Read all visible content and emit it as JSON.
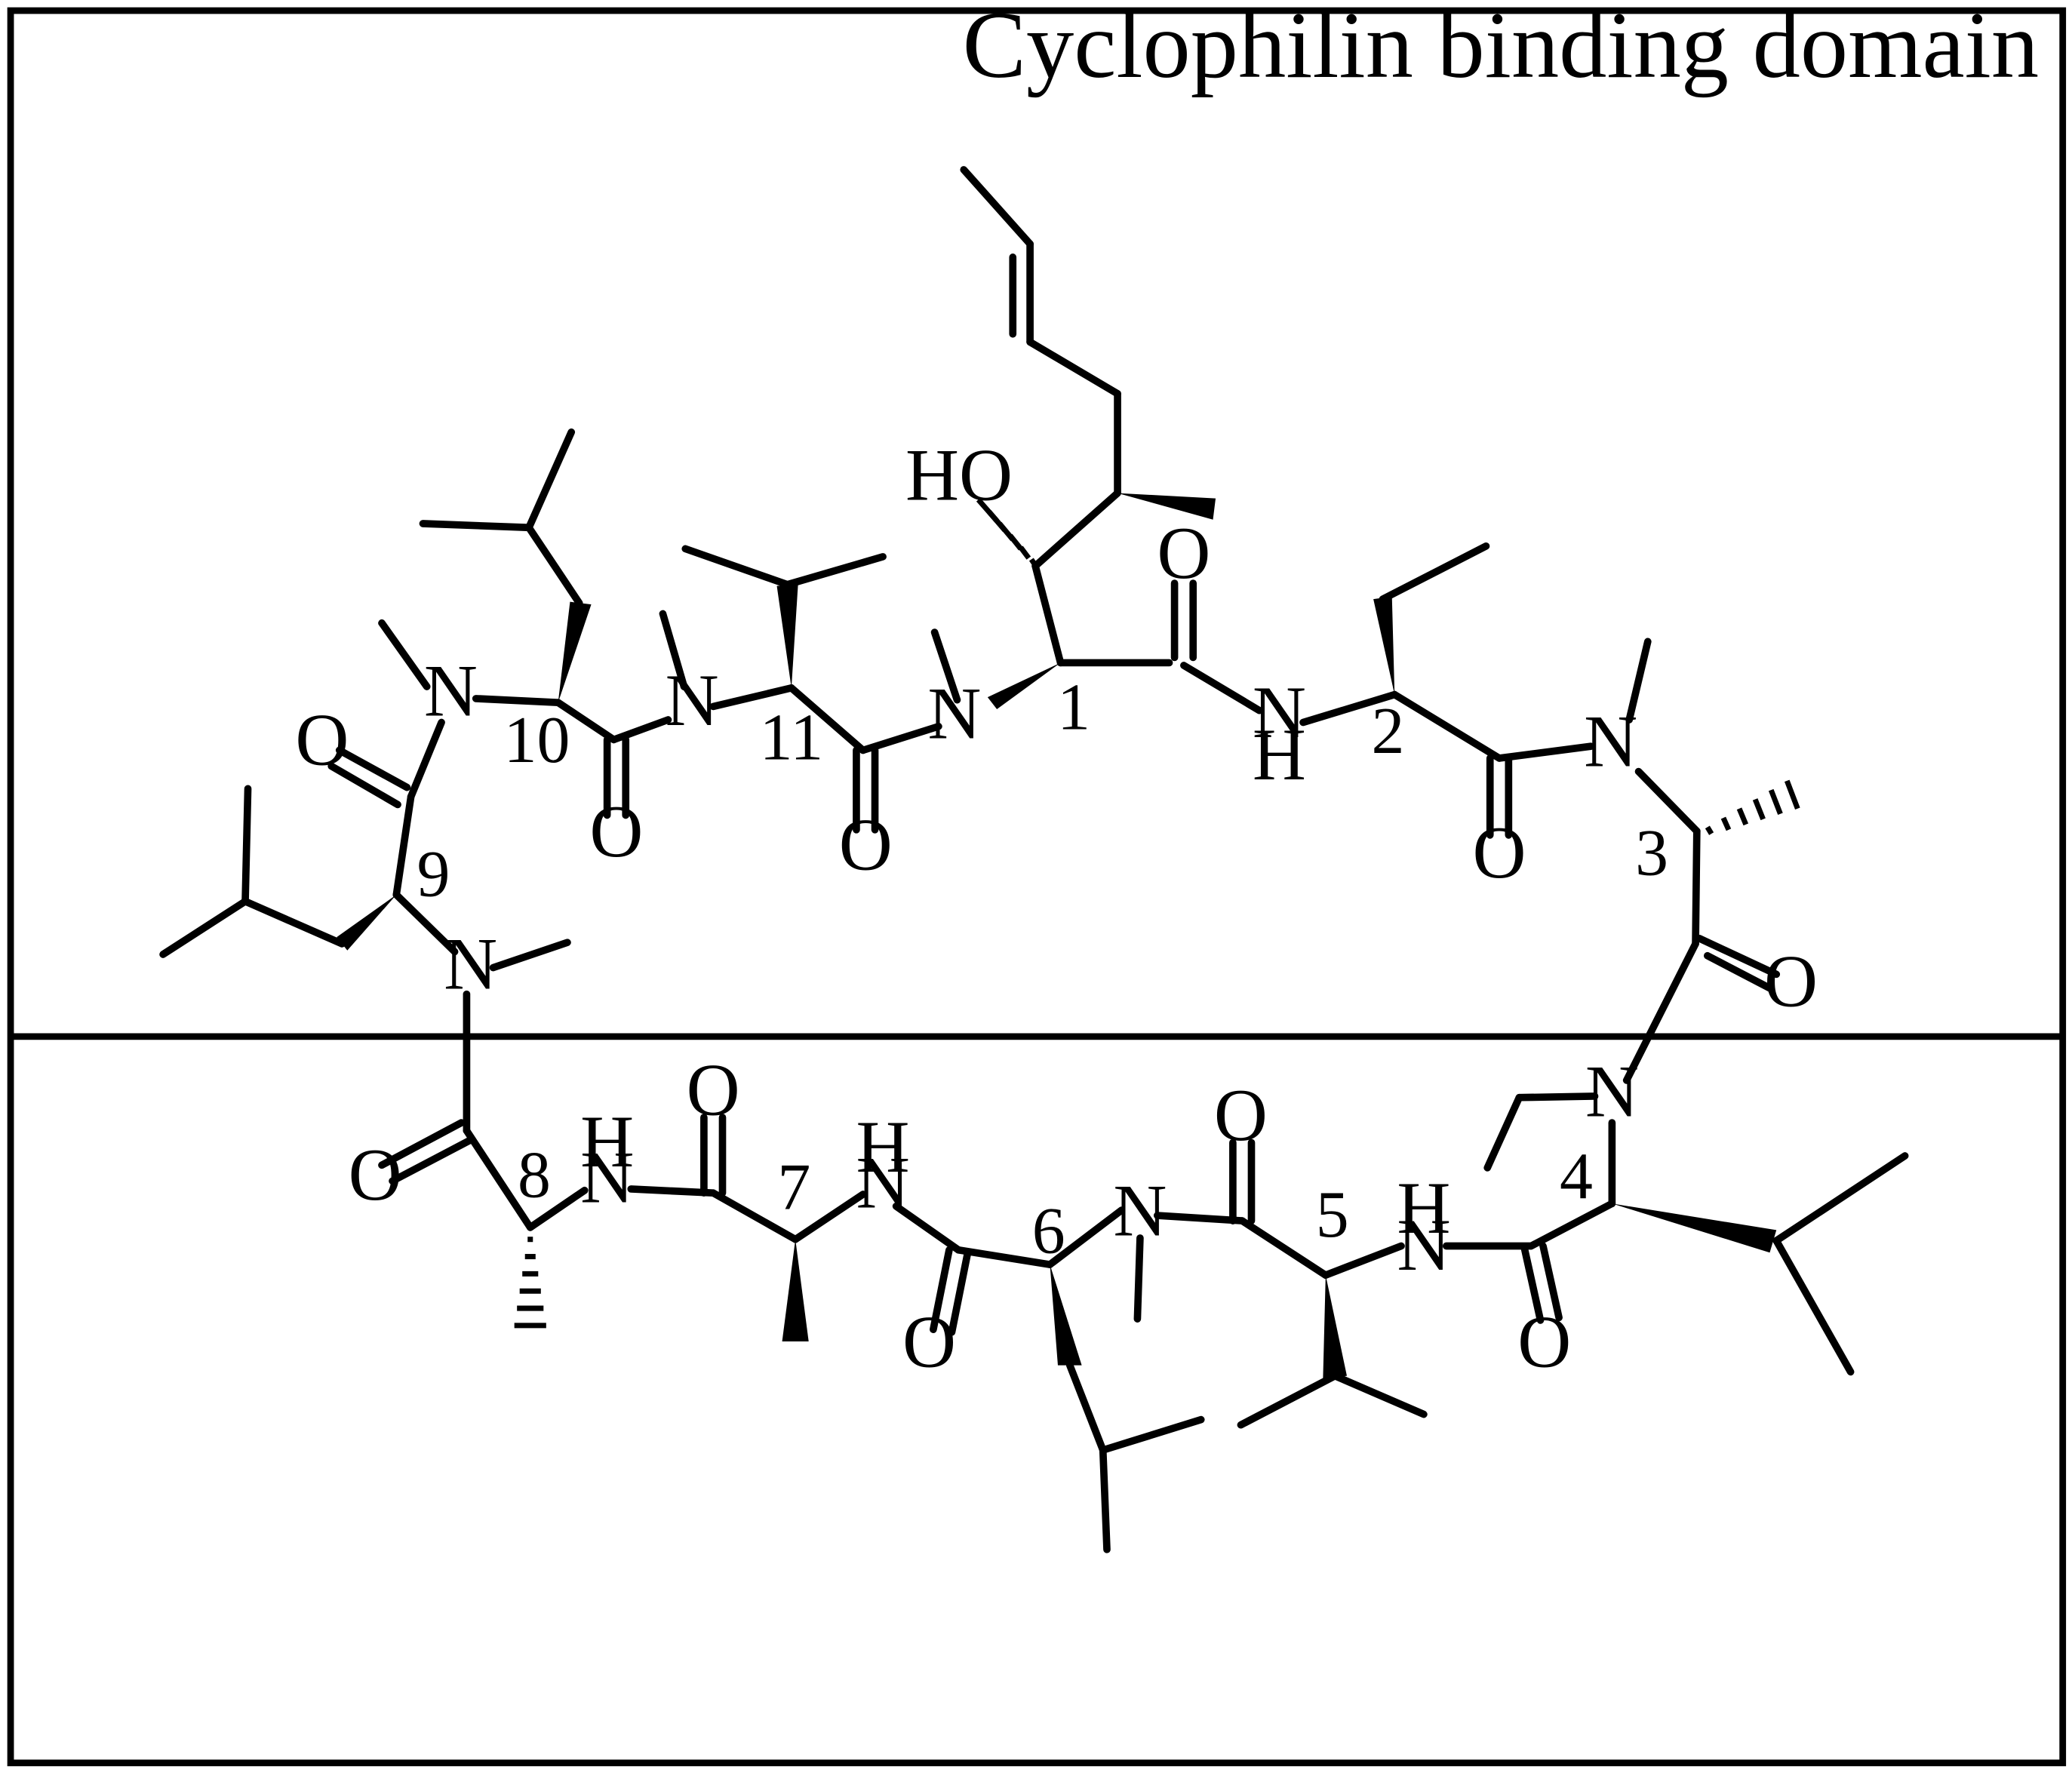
{
  "figure": {
    "region_label": "Cyclophilin binding domain"
  },
  "residue_numbers": [
    "1",
    "2",
    "3",
    "4",
    "5",
    "6",
    "7",
    "8",
    "9",
    "10",
    "11"
  ],
  "atoms": {
    "N": "N",
    "H": "H",
    "O": "O",
    "HO": "HO"
  }
}
